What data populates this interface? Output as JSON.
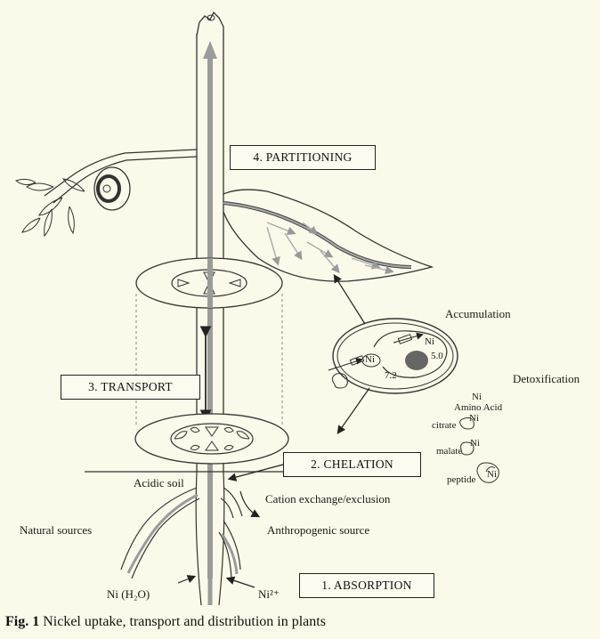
{
  "stages": {
    "partitioning": "4. PARTITIONING",
    "transport": "3. TRANSPORT",
    "chelation": "2. CHELATION",
    "absorption": "1. ABSORPTION"
  },
  "cell": {
    "accumulation": "Accumulation",
    "detoxification": "Detoxification",
    "ni_entry": "Ni",
    "ni_vacuole": "Ni",
    "ph_cytosol": "7.2",
    "ph_vacuole": "5.0"
  },
  "chelators": {
    "ni_label": "Ni",
    "amino_acid": "Amino Acid",
    "citrate": "citrate",
    "malate": "malate",
    "peptide": "peptide",
    "citrate_ni": "Ni",
    "malate_ni": "Ni",
    "peptide_ni": "Ni"
  },
  "soil": {
    "acidic_soil": "Acidic soil",
    "cation_exchange": "Cation exchange/exclusion",
    "natural_sources": "Natural sources",
    "anthropogenic": "Anthropogenic source",
    "ni_h2o": "Ni (H₂O)",
    "ni_ion": "Ni²⁺"
  },
  "caption": {
    "fig": "Fig. 1",
    "text": "Nickel uptake, transport and distribution in plants"
  }
}
